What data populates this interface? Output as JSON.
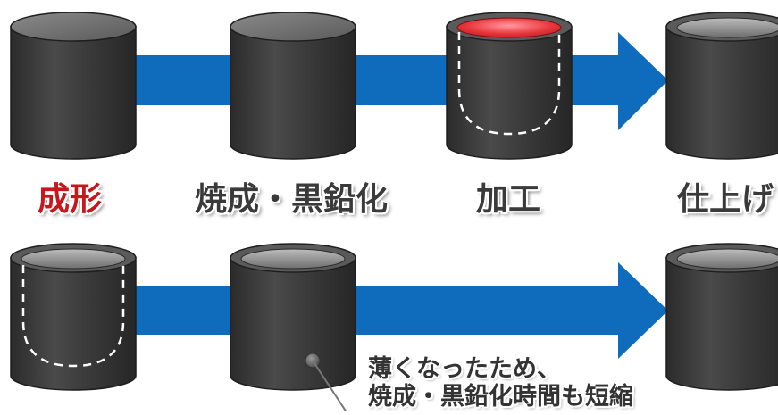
{
  "steps": [
    {
      "label": "成形"
    },
    {
      "label": "焼成・黒鉛化"
    },
    {
      "label": "加工"
    },
    {
      "label": "仕上げ"
    }
  ],
  "note": {
    "line1": "薄くなったため、",
    "line2": "焼成・黒鉛化時間も短縮"
  },
  "colors": {
    "arrow": "#0f6cbd",
    "cylinder": "#3d3d3d",
    "cylinder_dark": "#262626",
    "cavity_highlight": "#e8343a",
    "first_label": "#c8161d",
    "label": "#3a3a3a"
  }
}
